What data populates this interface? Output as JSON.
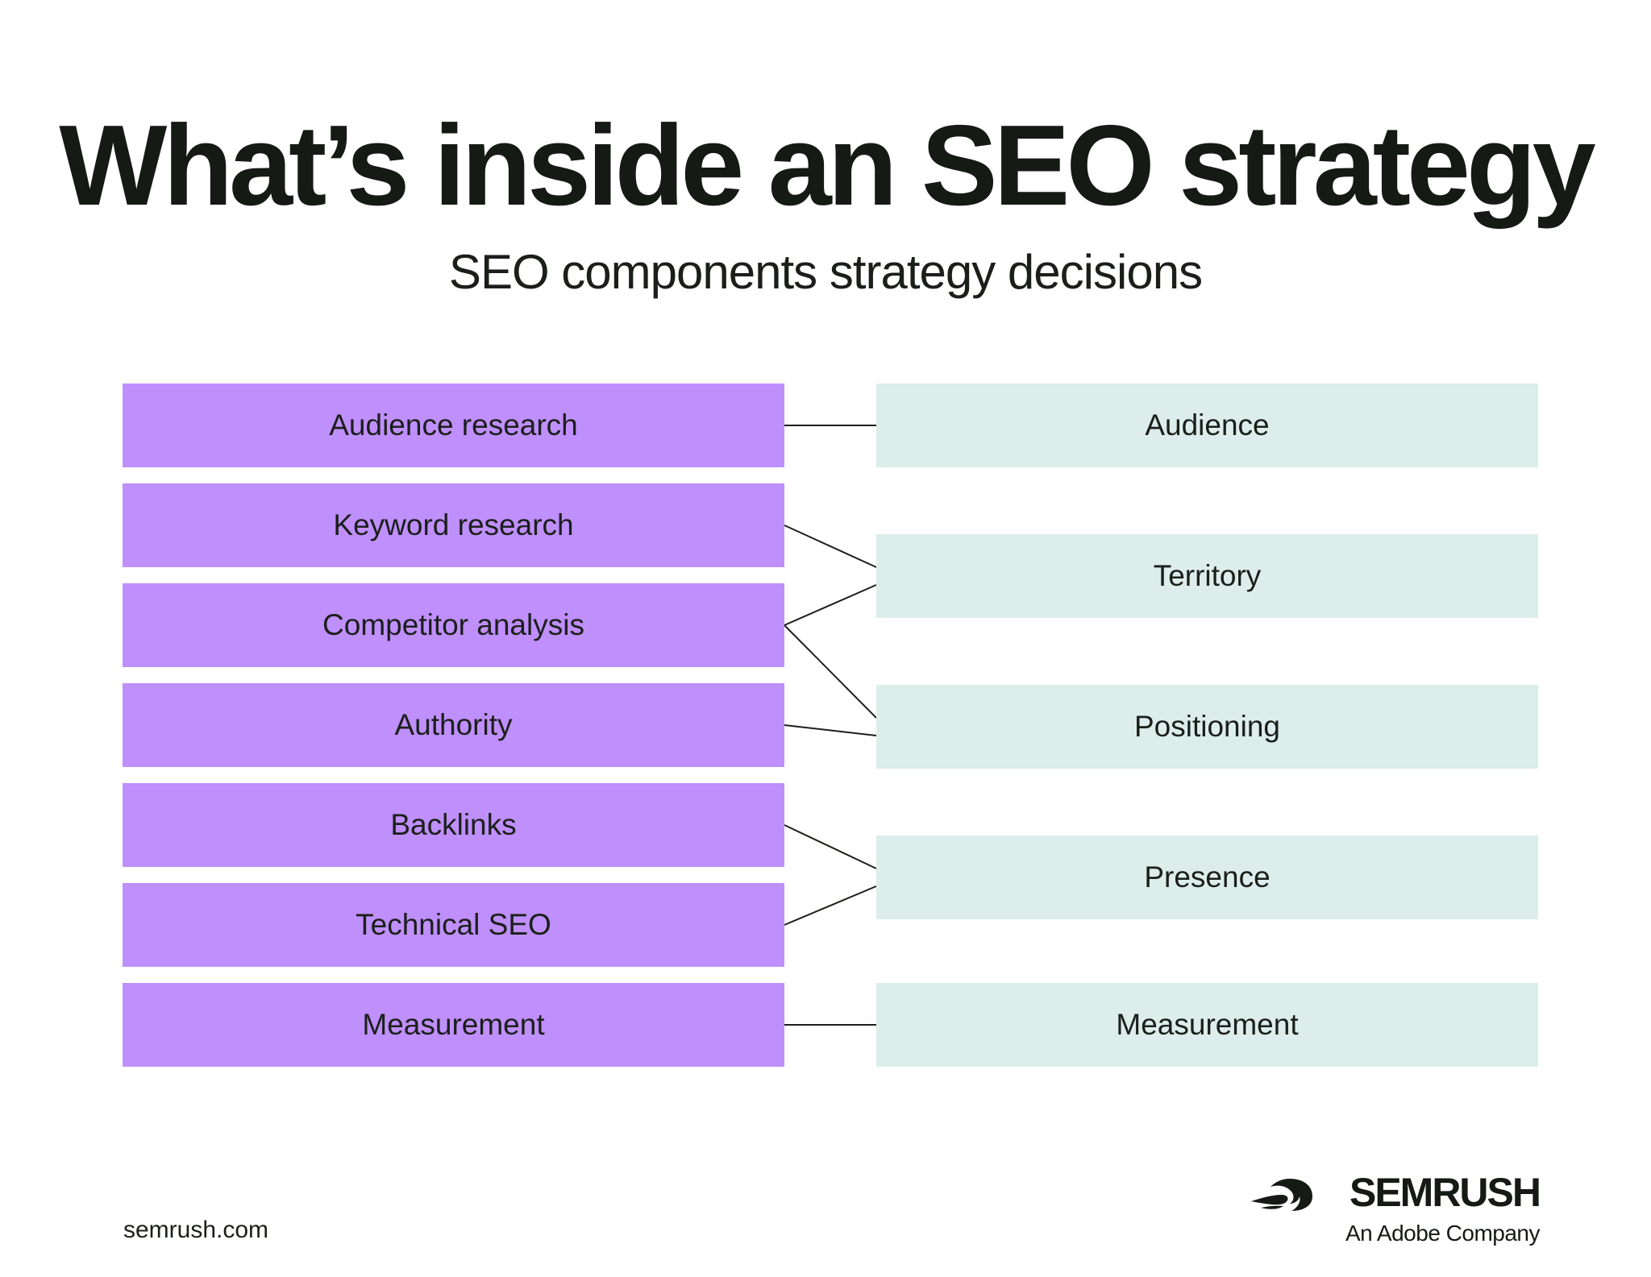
{
  "header": {
    "title": "What’s inside an SEO strategy",
    "subtitle": "SEO components strategy decisions"
  },
  "components": [
    "Audience research",
    "Keyword research",
    "Competitor analysis",
    "Authority",
    "Backlinks",
    "Technical SEO",
    "Measurement"
  ],
  "decisions": [
    "Audience",
    "Territory",
    "Positioning",
    "Presence",
    "Measurement"
  ],
  "connections": [
    [
      0,
      0
    ],
    [
      1,
      1
    ],
    [
      2,
      1
    ],
    [
      2,
      2
    ],
    [
      3,
      2
    ],
    [
      4,
      3
    ],
    [
      5,
      3
    ],
    [
      6,
      4
    ]
  ],
  "footer": {
    "url": "semrush.com",
    "brand_name": "SEMRUSH",
    "brand_tagline": "An Adobe Company"
  },
  "colors": {
    "component_fill": "#bf8ffc",
    "decision_fill": "#dcedeb",
    "text": "#1b1f1a",
    "connector": "#1b1f1a"
  },
  "icons": {
    "brand_logo": "semrush-flame-logo-icon"
  }
}
